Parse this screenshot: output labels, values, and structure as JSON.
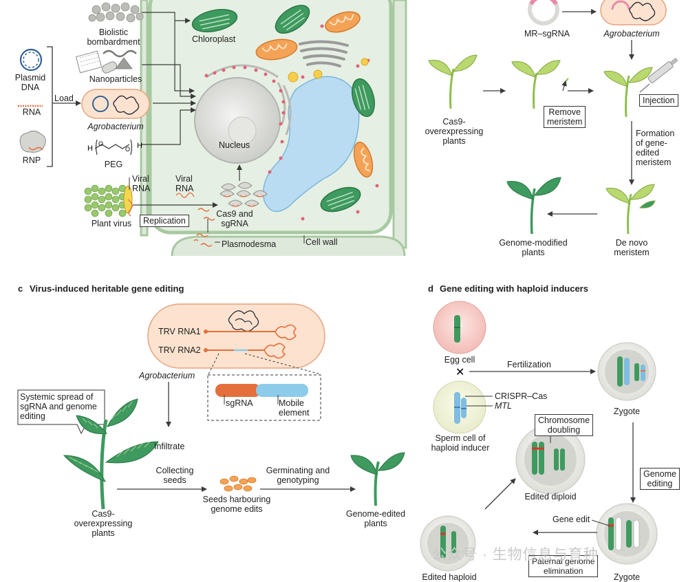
{
  "panel_a": {
    "delivery": {
      "plasmid_dna": "Plasmid\nDNA",
      "rna": "RNA",
      "rnp": "RNP",
      "load": "Load",
      "biolistic": "Biolistic\nbombardment",
      "nanoparticles": "Nanoparticles",
      "agrobacterium": "Agrobacterium",
      "peg": "PEG",
      "viral_rna_left": "Viral\nRNA",
      "viral_rna_right": "Viral\nRNA",
      "plant_virus": "Plant virus",
      "replication": "Replication"
    },
    "cell": {
      "chloroplast": "Chloroplast",
      "nucleus": "Nucleus",
      "cas9_sgrna": "Cas9 and\nsgRNA",
      "plasmodesma": "Plasmodesma",
      "cell_wall": "Cell wall"
    }
  },
  "panel_b": {
    "mr_sgrna": "MR–sgRNA",
    "agrobacterium": "Agrobacterium",
    "cas9_plants": "Cas9-\noverexpressing\nplants",
    "remove_meristem": "Remove\nmeristem",
    "injection": "Injection",
    "formation": "Formation\nof gene-\nedited\nmeristem",
    "de_novo": "De novo\nmeristem",
    "genome_modified": "Genome-modified\nplants"
  },
  "panel_c": {
    "letter": "c",
    "title": "Virus-induced heritable gene editing",
    "trv_rna1": "TRV RNA1",
    "trv_rna2": "TRV RNA2",
    "agrobacterium": "Agrobacterium",
    "sgrna": "sgRNA",
    "mobile_element": "Mobile\nelement",
    "systemic_spread": "Systemic spread of\nsgRNA and genome\nediting",
    "infiltrate": "Infiltrate",
    "collecting_seeds": "Collecting\nseeds",
    "seeds_harbouring": "Seeds harbouring\ngenome edits",
    "germinating": "Germinating and\ngenotyping",
    "cas9_plants": "Cas9-\noverexpressing\nplants",
    "genome_edited_plants": "Genome-edited\nplants"
  },
  "panel_d": {
    "letter": "d",
    "title": "Gene editing with haploid inducers",
    "egg_cell": "Egg cell",
    "fertilization": "Fertilization",
    "crispr_cas": "CRISPR–Cas",
    "mtl": "MTL",
    "sperm_cell": "Sperm cell of\nhaploid inducer",
    "zygote_top": "Zygote",
    "chromosome_doubling": "Chromosome\ndoubling",
    "edited_diploid": "Edited diploid",
    "genome_editing": "Genome\nediting",
    "gene_edit": "Gene edit",
    "edited_haploid": "Edited haploid",
    "paternal_elimination": "Paternal genome\nelimination",
    "zygote_bottom": "Zygote"
  },
  "watermark": "公众号 · 生物信息与育种",
  "colors": {
    "cell_fill": "#e6efe3",
    "cell_wall": "#a7c9a0",
    "vacuole": "#b9dcf2",
    "chloroplast": "#3e9a5e",
    "mitochondria": "#f4a356",
    "agro_fill": "#fde3cf",
    "agro_stroke": "#e8a27c",
    "plant_green": "#7cb84a",
    "sgrna_orange": "#e46f3c",
    "mobile_blue": "#8ccbe9",
    "arrow": "#3a3a3a"
  }
}
